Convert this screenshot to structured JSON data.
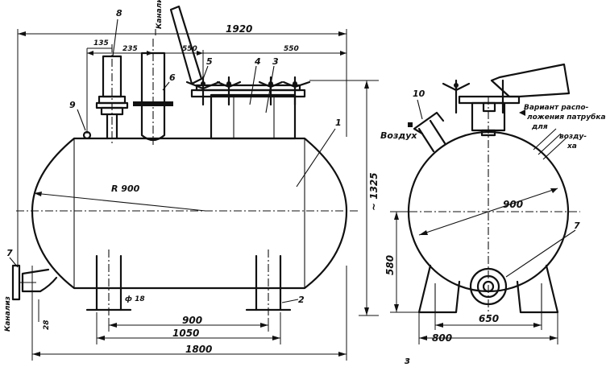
{
  "dimensions": {
    "total_length": "1920",
    "d135": "135",
    "d235": "235",
    "d550a": "550",
    "d550b": "550",
    "height": "~ 1325",
    "radius": "R 900",
    "leg_d": "ф 18",
    "d900": "900",
    "d1050": "1050",
    "d1800": "1800",
    "d28": "28",
    "circle_900": "900",
    "d580": "580",
    "d650": "650",
    "d800": "800"
  },
  "callouts": {
    "c1": "1",
    "c2": "2",
    "c3": "3",
    "c4": "4",
    "c5": "5",
    "c6": "6",
    "c7a": "7",
    "c7b": "7",
    "c8": "8",
    "c9": "9",
    "c10": "10"
  },
  "labels": {
    "kanalization_top": "Канализ",
    "kanalization_side": "Канализ",
    "air": "Воздух",
    "variant_line1": "Вариант распо-",
    "variant_line2": "ложения патрубка",
    "variant_line3": "для",
    "variant_line4": "возду-",
    "variant_line5": "ха",
    "figure_letter": "з"
  }
}
